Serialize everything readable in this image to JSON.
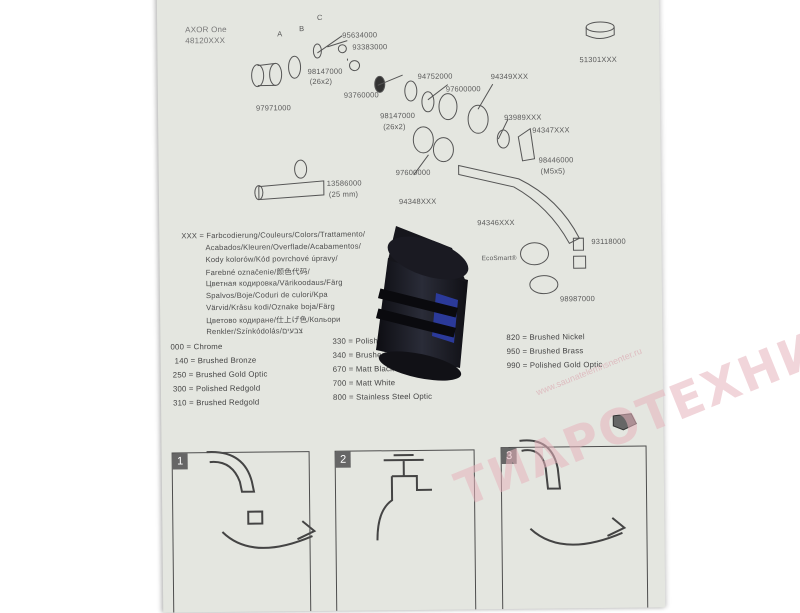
{
  "document": {
    "brand": "AXOR One",
    "model": "48120XXX",
    "parts": {
      "grommet_set": "97971000",
      "label_a": "A",
      "label_b": "B",
      "label_c": "C",
      "p95634000": "95634000",
      "p93383000": "93383000",
      "p98147000_top": "98147000",
      "qty_top": "(26x2)",
      "p93760000": "93760000",
      "p94752000": "94752000",
      "p97600000_top": "97600000",
      "p94349": "94349XXX",
      "p98147000_mid": "98147000",
      "qty_mid": "(26x2)",
      "p93989": "93989XXX",
      "p94347": "94347XXX",
      "p98446000": "98446000",
      "screw_size": "(M5x5)",
      "p97600000_bottom": "97600000",
      "p13586000": "13586000",
      "length": "(25 mm)",
      "p94348": "94348XXX",
      "p94346": "94346XXX",
      "p93118000": "93118000",
      "ecosmart": "EcoSmart®",
      "p98987000": "98987000",
      "p51301": "51301XXX"
    },
    "legend": {
      "lines": [
        "XXX = Farbcodierung/Couleurs/Colors/Trattamento/",
        "Acabados/Kleuren/Overflade/Acabamentos/",
        "Kody kolorów/Kód povrchové úpravy/",
        "Farebné označenie/颜色代码/",
        "Цветная кодировка/Värikoodaus/Färg",
        "Spalvos/Boje/Coduri de culori/Kрa",
        "Värvid/Krāsu kodi/Oznake boja/Färg",
        "Цветово кодиране/仕上げ色/Кольори",
        "Renkler/Színkódolás/צבעים"
      ]
    },
    "finishes": [
      {
        "code": "000",
        "name": "Chrome"
      },
      {
        "code": "140",
        "name": "Brushed Bronze"
      },
      {
        "code": "250",
        "name": "Brushed Gold Optic"
      },
      {
        "code": "300",
        "name": "Polished Redgold"
      },
      {
        "code": "310",
        "name": "Brushed Redgold"
      },
      {
        "code": "330",
        "name": "Polished Black Chrome"
      },
      {
        "code": "340",
        "name": "Brushed Black Chrome"
      },
      {
        "code": "670",
        "name": "Matt Black"
      },
      {
        "code": "700",
        "name": "Matt White"
      },
      {
        "code": "800",
        "name": "Stainless Steel Optic"
      },
      {
        "code": "820",
        "name": "Brushed Nickel"
      },
      {
        "code": "950",
        "name": "Brushed Brass"
      },
      {
        "code": "990",
        "name": "Polished Gold Optic"
      }
    ],
    "steps": [
      "1",
      "2",
      "3"
    ]
  },
  "watermark": {
    "word": "ТИАРОТЕХНИКС",
    "url": "www.saunatelemnsnenter.ru"
  }
}
